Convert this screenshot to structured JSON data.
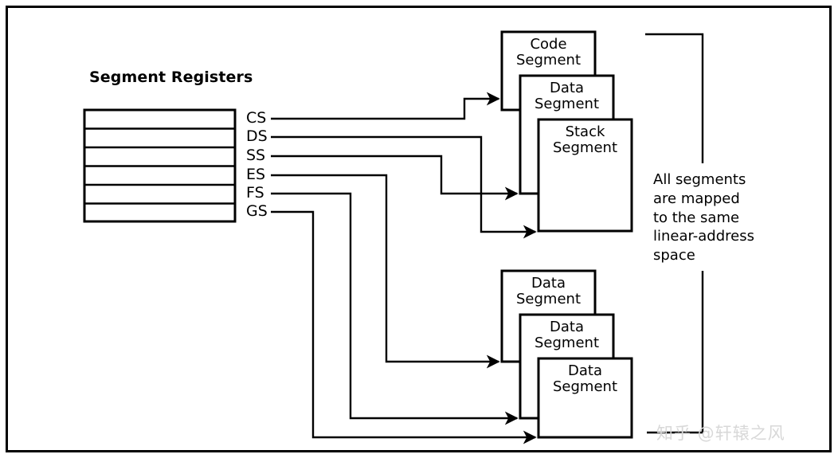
{
  "figure": {
    "title": "Segment Registers",
    "side_note_lines": [
      "All segments",
      "are mapped",
      "to the same",
      "linear-address",
      "space"
    ],
    "watermark": "知乎 @轩辕之风",
    "stroke_color": "#000000",
    "background_color": "#ffffff",
    "watermark_color": "#d8d8d8"
  },
  "registers": [
    {
      "name": "CS",
      "label": "CS"
    },
    {
      "name": "DS",
      "label": "DS"
    },
    {
      "name": "SS",
      "label": "SS"
    },
    {
      "name": "ES",
      "label": "ES"
    },
    {
      "name": "FS",
      "label": "FS"
    },
    {
      "name": "GS",
      "label": "GS"
    }
  ],
  "register_file": {
    "slot_count": 6,
    "slots": [
      "",
      "",
      "",
      "",
      "",
      ""
    ]
  },
  "segment_groups": [
    {
      "group": "upper",
      "boxes": [
        {
          "line1": "Code",
          "line2": "Segment"
        },
        {
          "line1": "Data",
          "line2": "Segment"
        },
        {
          "line1": "Stack",
          "line2": "Segment"
        }
      ]
    },
    {
      "group": "lower",
      "boxes": [
        {
          "line1": "Data",
          "line2": "Segment"
        },
        {
          "line1": "Data",
          "line2": "Segment"
        },
        {
          "line1": "Data",
          "line2": "Segment"
        }
      ]
    }
  ],
  "connections": [
    {
      "from": "CS",
      "to": "upper-box-1"
    },
    {
      "from": "SS",
      "to": "upper-box-2"
    },
    {
      "from": "DS",
      "to": "upper-box-3"
    },
    {
      "from": "ES",
      "to": "lower-box-1"
    },
    {
      "from": "FS",
      "to": "lower-box-2"
    },
    {
      "from": "GS",
      "to": "lower-box-3"
    }
  ]
}
